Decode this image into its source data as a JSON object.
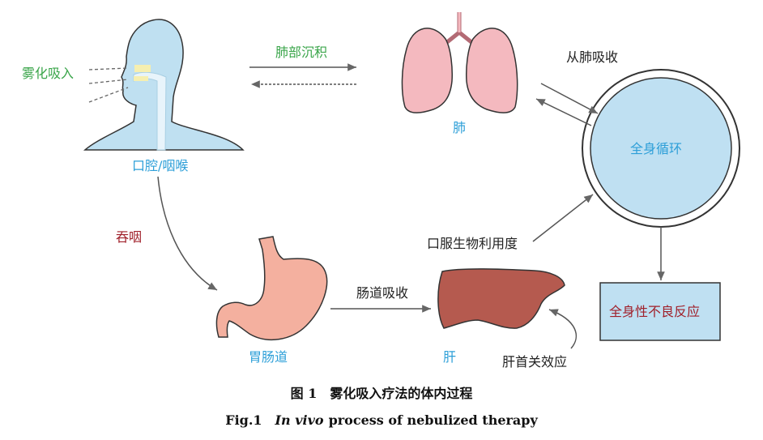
{
  "labels": {
    "nebulized_inhalation": "雾化吸入",
    "mouth_pharynx": "口腔/咽喉",
    "pulmonary_deposition": "肺部沉积",
    "lung": "肺",
    "absorption_from_lung": "从肺吸收",
    "systemic_circulation": "全身循环",
    "swallow": "吞咽",
    "gi_tract": "胃肠道",
    "intestinal_absorption": "肠道吸收",
    "liver": "肝",
    "oral_bioavailability": "口服生物利用度",
    "first_pass_effect": "肝首关效应",
    "systemic_adverse_reactions": "全身性不良反应"
  },
  "caption": {
    "cn": "图 1　雾化吸入疗法的体内过程",
    "en_prefix": "Fig.1",
    "en_italic": "In vivo",
    "en_suffix": "process of nebulized therapy"
  },
  "colors": {
    "green_label": "#3aa54a",
    "blue_label": "#2d9fd8",
    "red_label": "#a0202a",
    "dark_label": "#222222",
    "head_fill": "#bfe0f1",
    "lung_fill": "#f4b9bf",
    "stomach_fill": "#f4b09f",
    "liver_fill": "#b55a4f",
    "circle_fill": "#bfe0f2",
    "box_fill": "#bfe0f2"
  }
}
